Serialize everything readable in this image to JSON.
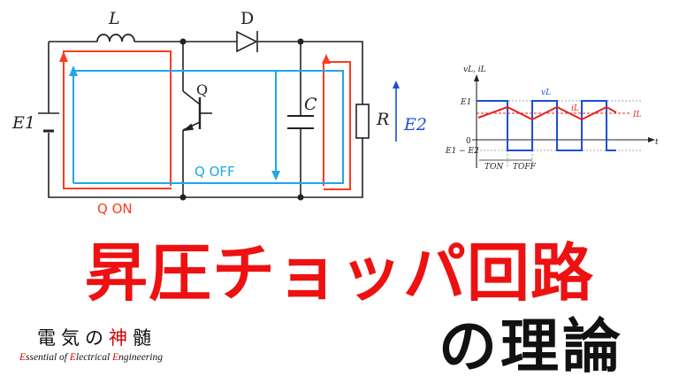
{
  "circuit": {
    "labels": {
      "inductor": "L",
      "diode": "D",
      "transistor": "Q",
      "capacitor": "C",
      "resistor": "R",
      "source": "E1",
      "output": "E2",
      "q_on": "Q ON",
      "q_off": "Q OFF"
    }
  },
  "waveform": {
    "y_axis_label": "vL, iL",
    "t_label": "t",
    "e1_label": "E1",
    "zero_label": "0",
    "neg_label": "E1 − E2",
    "vl_label": "vL",
    "il_label": "iL",
    "il_avg_label": "IL",
    "ton_label": "TON",
    "toff_label": "TOFF"
  },
  "title": {
    "main": "昇圧チョッパ回路",
    "sub": "の理論"
  },
  "logo": {
    "jp_1": "電気の",
    "jp_2": "神",
    "jp_3": "髄",
    "en_e1": "E",
    "en_1": "ssential of ",
    "en_e2": "E",
    "en_2": "lectrical ",
    "en_e3": "E",
    "en_3": "ngineering"
  },
  "colors": {
    "on_path": "#ff3b1f",
    "off_path": "#1fa7e6",
    "wave_blue": "#1a4fd6",
    "wave_red": "#e8231a",
    "title_red": "#ee1111"
  }
}
